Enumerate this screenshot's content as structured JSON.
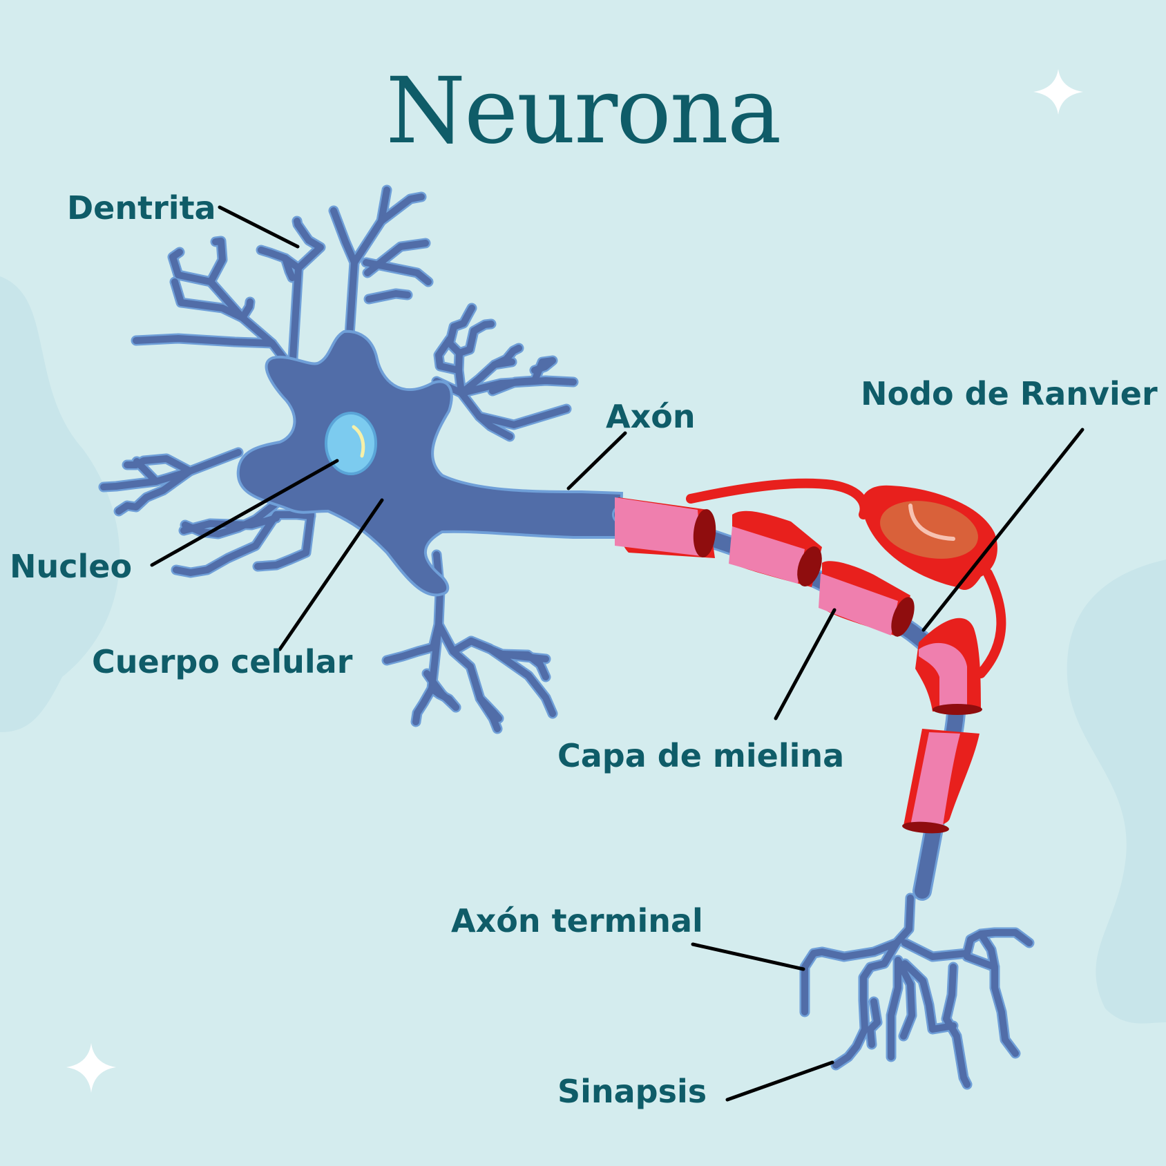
{
  "title": "Neurona",
  "labels": {
    "dentrita": "Dentrita",
    "nucleo": "Nucleo",
    "cuerpo_celular": "Cuerpo celular",
    "axon": "Axón",
    "nodo_de_ranvier": "Nodo de Ranvier",
    "capa_de_mielina": "Capa de mielina",
    "axon_terminal": "Axón terminal",
    "sinapsis": "Sinapsis"
  },
  "colors": {
    "background": "#d4ecee",
    "blob": "#c8e5ea",
    "title_text": "#0f5c68",
    "neuron_body": "#516da8",
    "neuron_outline": "#6f9fd8",
    "nucleus": "#7ccbef",
    "myelin_outer": "#e8201d",
    "myelin_inner": "#ef7fae",
    "myelin_end": "#8f0d0e",
    "schwann_nucleus": "#d9613a",
    "leader_line": "#000000",
    "sparkle": "#ffffff"
  },
  "icons": [
    "sparkle-icon",
    "sparkle-icon"
  ]
}
